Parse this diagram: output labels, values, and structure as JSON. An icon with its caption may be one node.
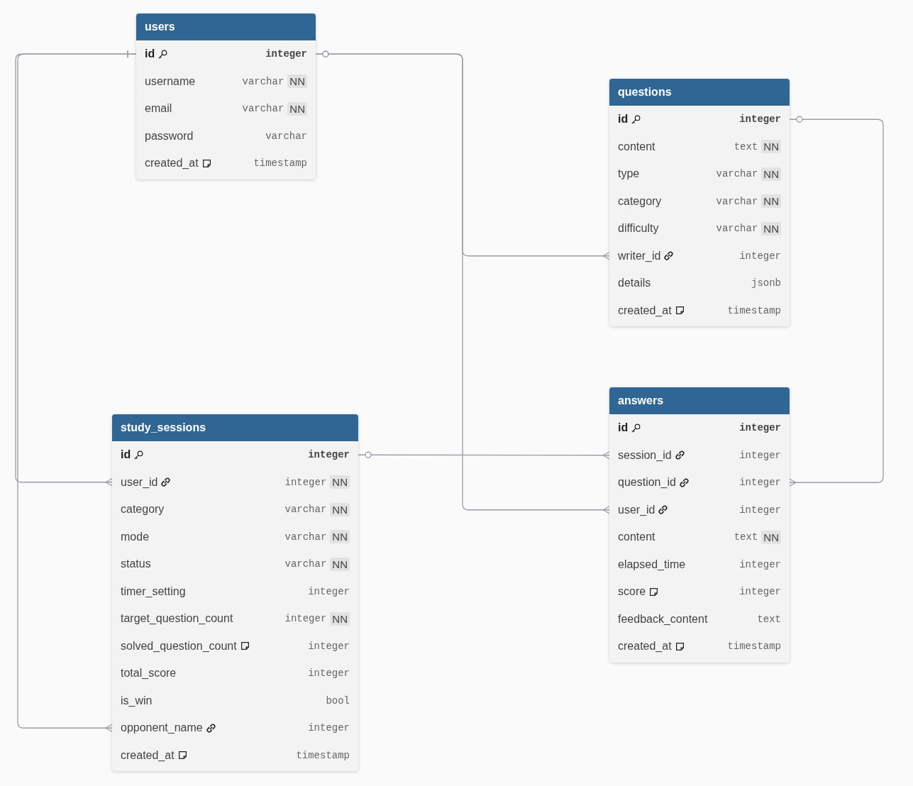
{
  "diagram": {
    "nodes": [
      {
        "text": [
          "users"
        ]
      },
      {
        "text": [
          "id",
          "integer"
        ],
        "in": 0
      },
      {
        "text": [
          "username",
          "varchar",
          "NN"
        ],
        "in": 0
      },
      {
        "text": [
          "email",
          "varchar",
          "NN"
        ],
        "in": 0
      },
      {
        "text": [
          "password",
          "varchar"
        ],
        "in": 0
      },
      {
        "text": [
          "created_at",
          "timestamp"
        ],
        "in": 0
      },
      {
        "text": [
          "questions"
        ]
      },
      {
        "text": [
          "id",
          "integer"
        ],
        "in": 6
      },
      {
        "text": [
          "content",
          "text",
          "NN"
        ],
        "in": 6
      },
      {
        "text": [
          "type",
          "varchar",
          "NN"
        ],
        "in": 6
      },
      {
        "text": [
          "category",
          "varchar",
          "NN"
        ],
        "in": 6
      },
      {
        "text": [
          "difficulty",
          "varchar",
          "NN"
        ],
        "in": 6
      },
      {
        "text": [
          "writer_id",
          "integer"
        ],
        "in": 6
      },
      {
        "text": [
          "details",
          "jsonb"
        ],
        "in": 6
      },
      {
        "text": [
          "created_at",
          "timestamp"
        ],
        "in": 6
      },
      {
        "text": [
          "answers"
        ]
      },
      {
        "text": [
          "id",
          "integer"
        ],
        "in": 15
      },
      {
        "text": [
          "session_id",
          "integer"
        ],
        "in": 15
      },
      {
        "text": [
          "question_id",
          "integer"
        ],
        "in": 15
      },
      {
        "text": [
          "user_id",
          "integer"
        ],
        "in": 15
      },
      {
        "text": [
          "content",
          "text",
          "NN"
        ],
        "in": 15
      },
      {
        "text": [
          "elapsed_time",
          "integer"
        ],
        "in": 15
      },
      {
        "text": [
          "score",
          "integer"
        ],
        "in": 15
      },
      {
        "text": [
          "feedback_content",
          "text"
        ],
        "in": 15
      },
      {
        "text": [
          "created_at",
          "timestamp"
        ],
        "in": 15
      },
      {
        "text": [
          "study_sessions"
        ]
      },
      {
        "text": [
          "id",
          "integer"
        ],
        "in": 25
      },
      {
        "text": [
          "user_id",
          "integer",
          "NN"
        ],
        "in": 25
      },
      {
        "text": [
          "category",
          "varchar",
          "NN"
        ],
        "in": 25
      },
      {
        "text": [
          "mode",
          "varchar",
          "NN"
        ],
        "in": 25
      },
      {
        "text": [
          "status",
          "varchar",
          "NN"
        ],
        "in": 25
      },
      {
        "text": [
          "timer_setting",
          "integer"
        ],
        "in": 25
      },
      {
        "text": [
          "target_question_count",
          "integer",
          "NN"
        ],
        "in": 25
      },
      {
        "text": [
          "solved_question_count",
          "integer"
        ],
        "in": 25
      },
      {
        "text": [
          "total_score",
          "integer"
        ],
        "in": 25
      },
      {
        "text": [
          "is_win",
          "bool"
        ],
        "in": 25
      },
      {
        "text": [
          "opponent_name",
          "integer"
        ],
        "in": 25
      },
      {
        "text": [
          "created_at",
          "timestamp"
        ],
        "in": 25
      }
    ],
    "edges": [
      {
        "from": 1,
        "to": 27,
        "arrow": "other"
      },
      {
        "from": 1,
        "to": 36,
        "arrow": "other"
      },
      {
        "from": 1,
        "to": 12,
        "arrow": "other"
      },
      {
        "from": 1,
        "to": 19,
        "arrow": "other"
      },
      {
        "from": 7,
        "to": 18,
        "arrow": "other"
      },
      {
        "from": 26,
        "to": 17,
        "arrow": "other"
      }
    ]
  }
}
